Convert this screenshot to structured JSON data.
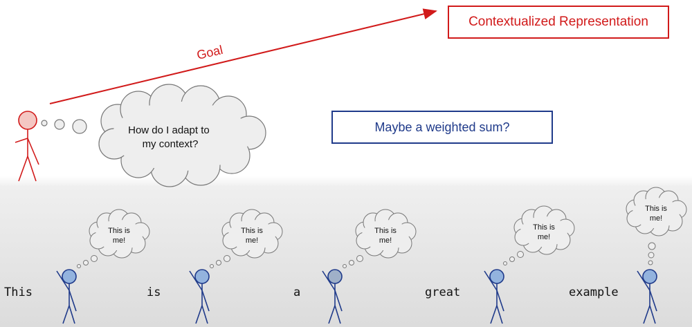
{
  "goal_label": "Goal",
  "target_box_label": "Contextualized Representation",
  "hint_box_label": "Maybe a weighted sum?",
  "main_thought": [
    "How do I adapt to",
    "my context?"
  ],
  "words": [
    "This",
    "is",
    "a",
    "great",
    "example"
  ],
  "word_thought": [
    "This is",
    "me!"
  ],
  "colors": {
    "accent_red": "#d11a1a",
    "accent_blue": "#1f3a8a",
    "figure_red_fill": "#f4c7c3",
    "figure_blue_fill": "#93b3de",
    "figure_gray_fill": "#9fb0c8",
    "cloud_fill": "#eeeeee"
  }
}
